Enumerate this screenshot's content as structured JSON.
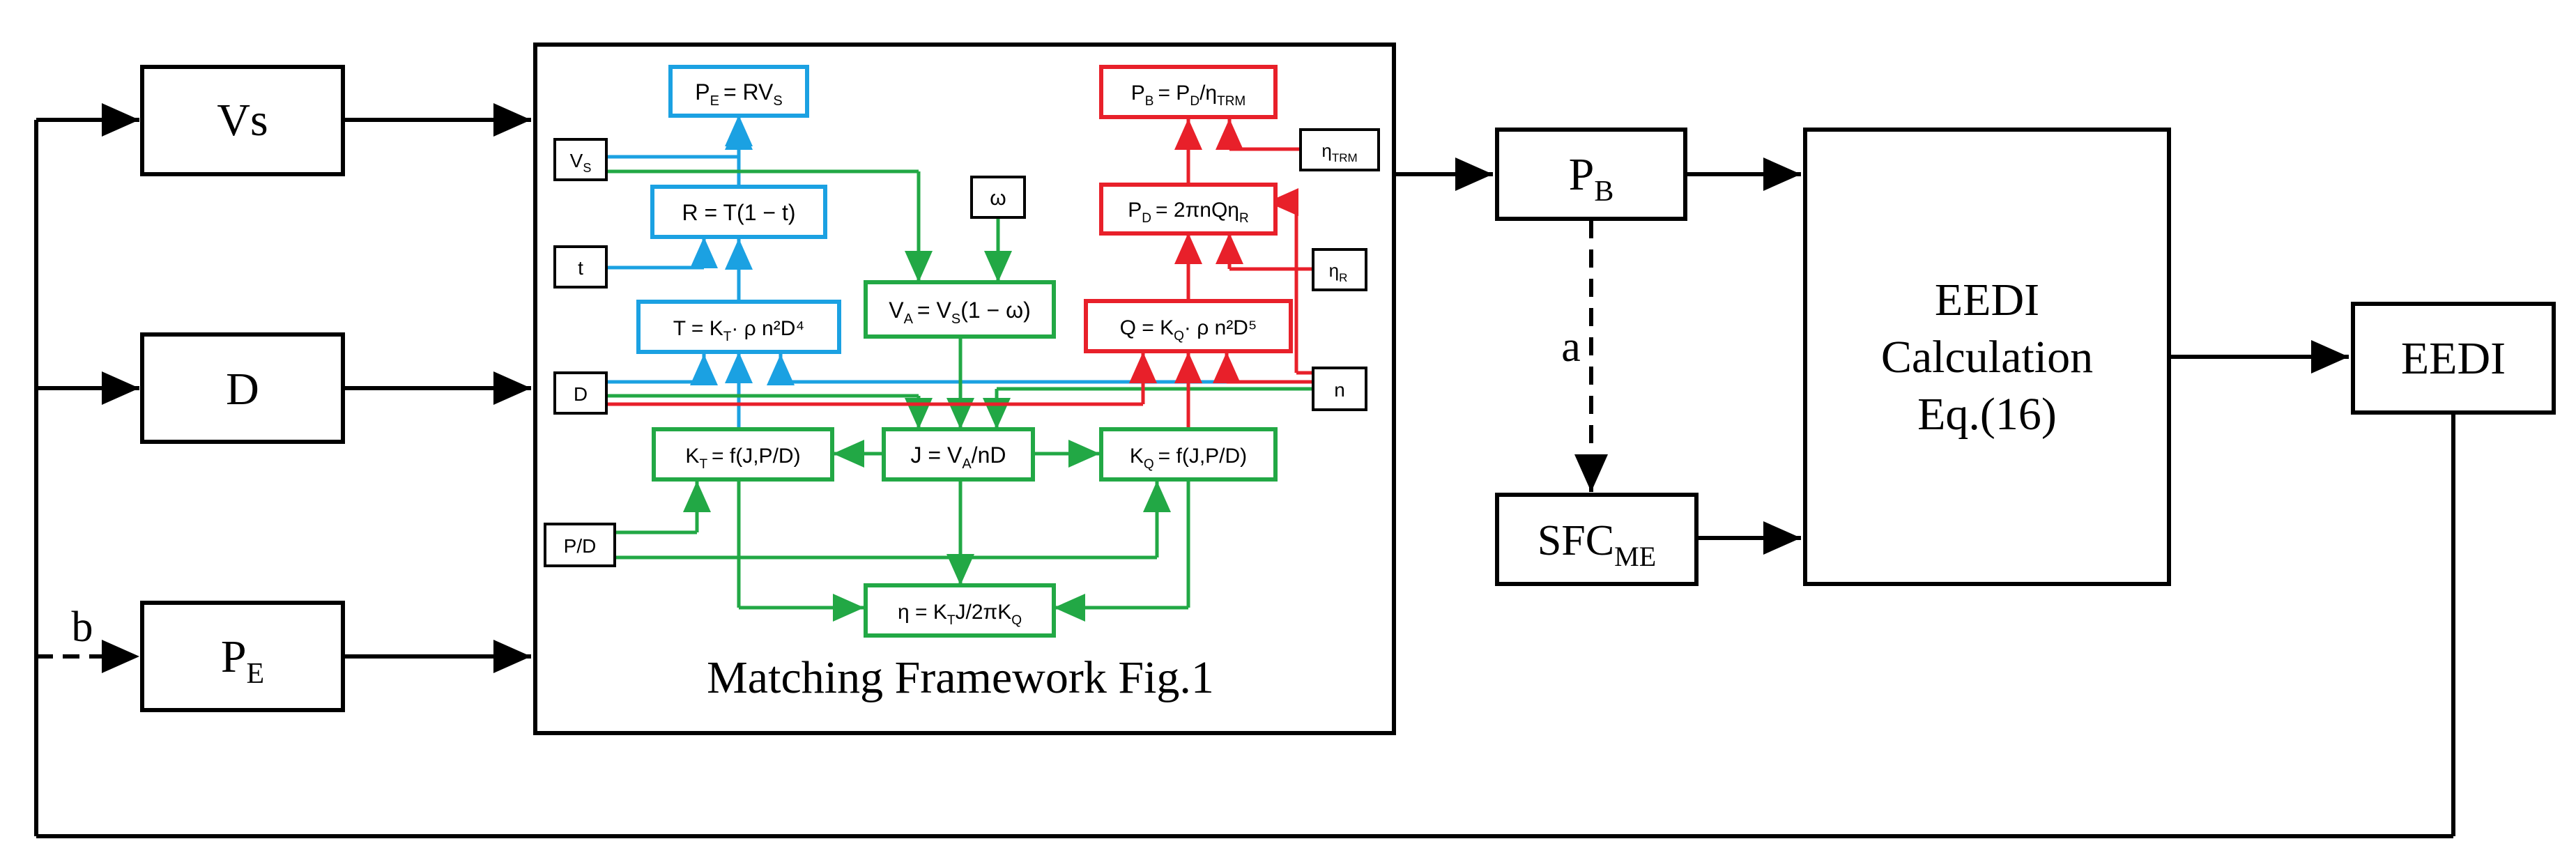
{
  "inputs": {
    "vs": "Vs",
    "d": "D",
    "pe_main": "P",
    "pe_sub": "E",
    "b_label": "b"
  },
  "framework": {
    "caption": "Matching Framework Fig.1",
    "pe_eq": "P",
    "pe_eq_sub": "E",
    "pe_eq_rhs": "= RV",
    "pe_eq_rhs_sub": "S",
    "r_eq": "R = T(1 − t)",
    "t_eq": "T = K",
    "t_eq_sub": "T",
    "t_eq_rest": "· ρ n²D⁴",
    "va_eq": "V",
    "va_eq_sub": "A",
    "va_eq_rhs": "= V",
    "va_eq_rhs_sub": "S",
    "va_eq_tail": "(1 − ω)",
    "j_eq": "J = V",
    "j_eq_sub": "A",
    "j_eq_tail": "/nD",
    "kt_eq": "K",
    "kt_eq_sub": "T",
    "kt_eq_rest": "= f(J,P/D)",
    "kq_eq": "K",
    "kq_eq_sub": "Q",
    "kq_eq_rest": "= f(J,P/D)",
    "eta_eq": "η = K",
    "eta_eq_sub": "T",
    "eta_eq_mid": "J/2πK",
    "eta_eq_sub2": "Q",
    "pb_eq": "P",
    "pb_eq_sub": "B",
    "pb_eq_mid": "= P",
    "pb_eq_sub2": "D",
    "pb_eq_tail": "/η",
    "pb_eq_sub3": "TRM",
    "pd_eq": "P",
    "pd_eq_sub": "D",
    "pd_eq_mid": "= 2πnQη",
    "pd_eq_sub2": "R",
    "q_eq": "Q = K",
    "q_eq_sub": "Q",
    "q_eq_rest": "· ρ n²D⁵",
    "in_vs": "V",
    "in_vs_sub": "S",
    "in_t": "t",
    "in_d": "D",
    "in_pd": "P/D",
    "in_omega": "ω",
    "in_eta_trm": "η",
    "in_eta_trm_sub": "TRM",
    "in_eta_r": "η",
    "in_eta_r_sub": "R",
    "in_n": "n"
  },
  "outputs": {
    "pb_main": "P",
    "pb_sub": "B",
    "a_label": "a",
    "sfc_main": "SFC",
    "sfc_sub": "ME",
    "eedi_calc_line1": "EEDI",
    "eedi_calc_line2": "Calculation",
    "eedi_calc_line3": "Eq.(16)",
    "eedi": "EEDI"
  },
  "colors": {
    "black": "#000000",
    "blue": "#1ba1e2",
    "green": "#22a845",
    "red": "#e8202a"
  }
}
